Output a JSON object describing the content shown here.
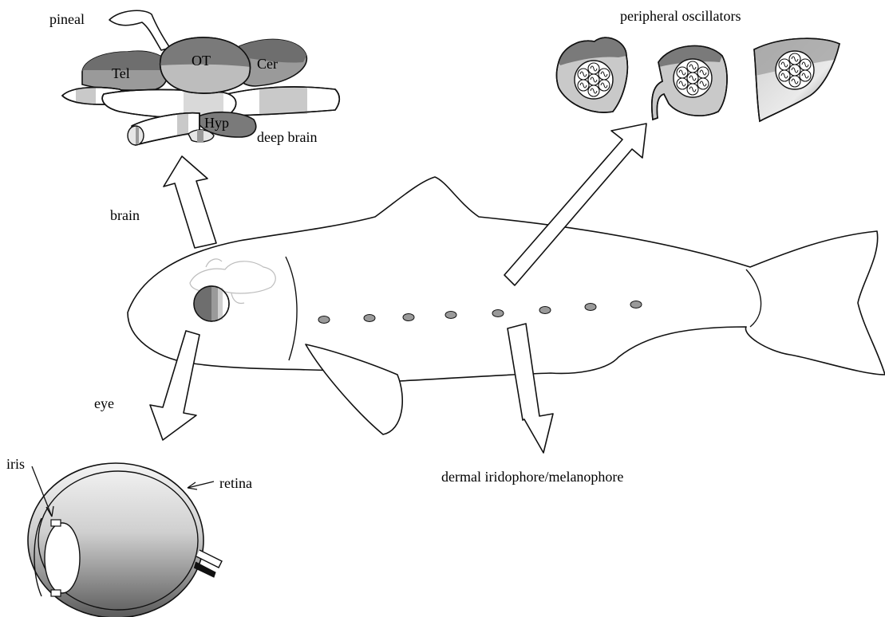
{
  "labels": {
    "pineal": "pineal",
    "tel": "Tel",
    "ot": "OT",
    "cer": "Cer",
    "hyp": "Hyp",
    "deep_brain": "deep brain",
    "peripheral": "peripheral oscillators",
    "brain": "brain",
    "eye": "eye",
    "iris": "iris",
    "retina": "retina",
    "dermal": "dermal iridophore/melanophore"
  },
  "colors": {
    "dark_gray": "#6e6e6e",
    "mid_gray": "#9a9a9a",
    "light_gray": "#c9c9c9",
    "pale_gray": "#e6e6e6",
    "outline": "#111111"
  },
  "icons": [
    "clock-cell-icon",
    "oscillation-wave-icon"
  ]
}
